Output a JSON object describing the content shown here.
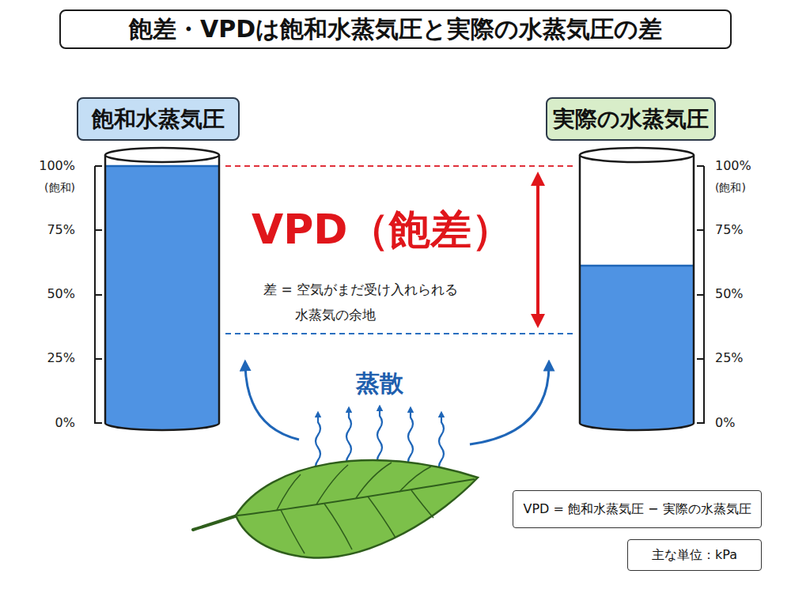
{
  "diagram": {
    "title": "飽差・VPDは飽和水蒸気圧と実際の水蒸気圧の差",
    "nodes": [
      {
        "text": [
          "飽和水蒸気圧"
        ]
      },
      {
        "text": [
          "実際の水蒸気圧"
        ]
      },
      {
        "text": [
          "VPD = 飽和水蒸気圧 − 実際の水蒸気圧"
        ]
      },
      {
        "text": [
          "主な単位：kPa"
        ]
      }
    ],
    "labels": [
      "100%",
      "(飽和)",
      "75%",
      "50%",
      "25%",
      "0%",
      "VPD（飽差）",
      "差 = 空気がまだ受け入れられる 水蒸気の余地",
      "蒸散",
      "100%",
      "(飽和)",
      "75%",
      "50%",
      "25%",
      "0%"
    ]
  }
}
